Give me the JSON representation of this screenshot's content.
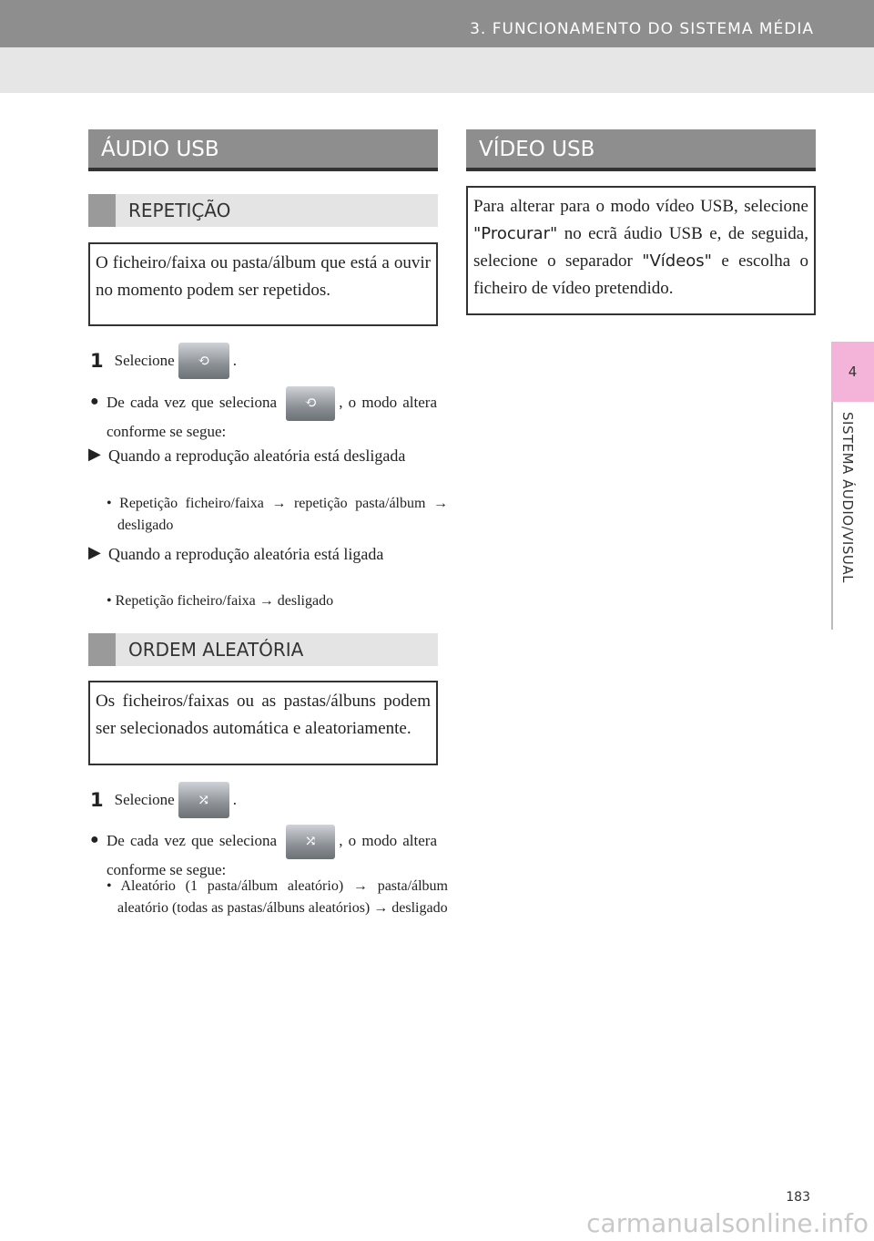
{
  "header": {
    "title": "3. FUNCIONAMENTO DO SISTEMA MÉDIA"
  },
  "side_tab": {
    "number": "4",
    "label": "SISTEMA ÁUDIO/VISUAL"
  },
  "left": {
    "section_title": "ÁUDIO USB",
    "repeat": {
      "title": "REPETIÇÃO",
      "box": "O ficheiro/faixa ou pasta/álbum que está a ouvir no momento podem ser repetidos.",
      "step_num": "1",
      "step_text": "Selecione",
      "step_end": ".",
      "bullet1_pre": "De cada vez que seleciona",
      "bullet1_post": ", o modo altera conforme se segue:",
      "case1": "Quando a reprodução aleatória está desligada",
      "case1_item": "• Repetição ficheiro/faixa → repetição pasta/álbum → desligado",
      "case2": "Quando a reprodução aleatória está ligada",
      "case2_item": "• Repetição ficheiro/faixa → desligado"
    },
    "random": {
      "title": "ORDEM ALEATÓRIA",
      "box": "Os ficheiros/faixas ou as pastas/álbuns podem ser selecionados automática e aleatoriamente.",
      "step_num": "1",
      "step_text": "Selecione",
      "step_end": ".",
      "bullet1_pre": "De cada vez que seleciona",
      "bullet1_post": ", o modo altera conforme se segue:",
      "item": "• Aleatório (1 pasta/álbum aleatório) → pasta/álbum aleatório (todas as pastas/álbuns aleatórios) → desligado"
    }
  },
  "right": {
    "section_title": "VÍDEO USB",
    "box_pre": "Para alterar para o modo vídeo USB, selecione",
    "box_b1": "\"Procurar\"",
    "box_mid": "no ecrã áudio USB e, de seguida, selecione o separador",
    "box_b2": "\"Vídeos\"",
    "box_post": "e escolha o ficheiro de vídeo pretendido."
  },
  "icons": {
    "repeat": "repeat-icon",
    "shuffle": "shuffle-icon",
    "bullet": "●",
    "triangle": "▶"
  },
  "footer": {
    "page_number": "183",
    "watermark": "carmanualsonline.info"
  }
}
